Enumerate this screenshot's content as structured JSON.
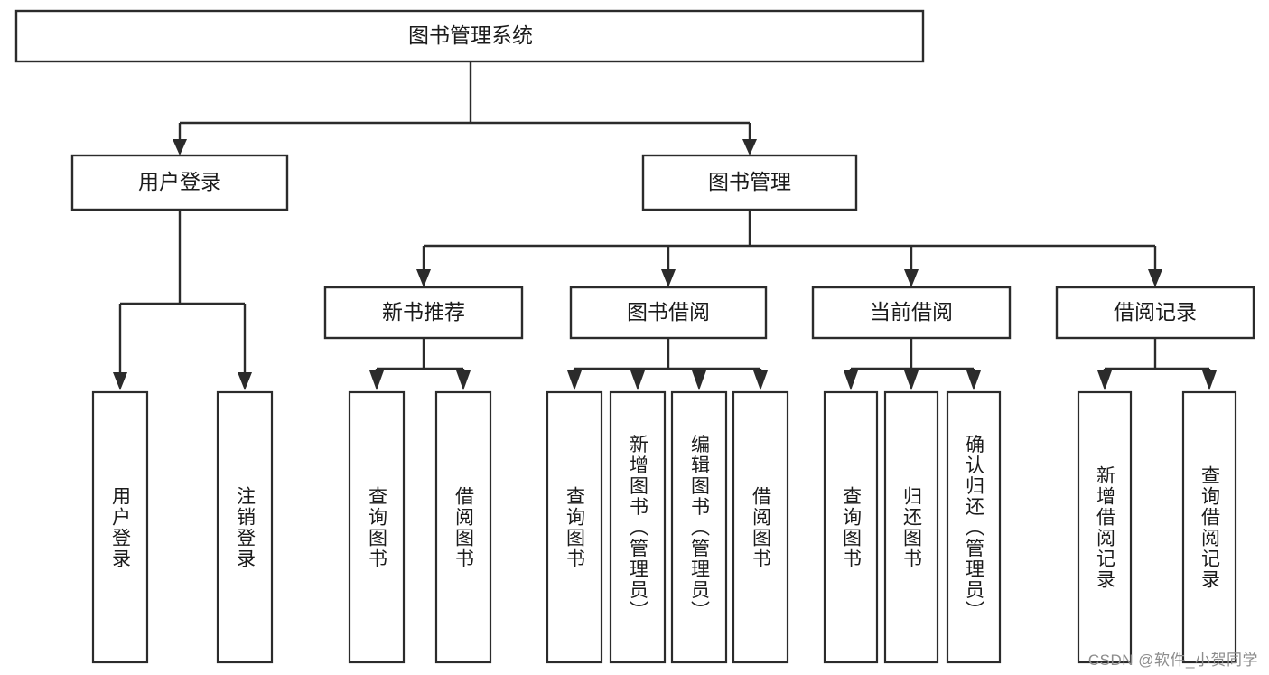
{
  "diagram": {
    "type": "tree-hierarchy-chart",
    "title": "图书管理系统",
    "orientation": "top-down",
    "colors": {
      "box_fill": "#ffffff",
      "box_stroke": "#2b2b2b",
      "text": "#1b1b1b",
      "background": "#ffffff",
      "watermark": "#8c8c8c"
    },
    "levels": [
      {
        "level": 1,
        "nodes": [
          {
            "id": "root",
            "label": "图书管理系统",
            "orientation": "horizontal"
          }
        ]
      },
      {
        "level": 2,
        "nodes": [
          {
            "id": "login",
            "label": "用户登录",
            "orientation": "horizontal",
            "parent": "root"
          },
          {
            "id": "bookmgmt",
            "label": "图书管理",
            "orientation": "horizontal",
            "parent": "root"
          }
        ]
      },
      {
        "level": 3,
        "nodes": [
          {
            "id": "newbook",
            "label": "新书推荐",
            "orientation": "horizontal",
            "parent": "bookmgmt"
          },
          {
            "id": "borrow",
            "label": "图书借阅",
            "orientation": "horizontal",
            "parent": "bookmgmt"
          },
          {
            "id": "current",
            "label": "当前借阅",
            "orientation": "horizontal",
            "parent": "bookmgmt"
          },
          {
            "id": "records",
            "label": "借阅记录",
            "orientation": "horizontal",
            "parent": "bookmgmt"
          }
        ]
      },
      {
        "level": 4,
        "nodes": [
          {
            "id": "leaf-1",
            "label": "用户登录",
            "orientation": "vertical",
            "parent": "login"
          },
          {
            "id": "leaf-2",
            "label": "注销登录",
            "orientation": "vertical",
            "parent": "login"
          },
          {
            "id": "leaf-3",
            "label": "查询图书",
            "orientation": "vertical",
            "parent": "newbook"
          },
          {
            "id": "leaf-4",
            "label": "借阅图书",
            "orientation": "vertical",
            "parent": "newbook"
          },
          {
            "id": "leaf-5",
            "label": "查询图书",
            "orientation": "vertical",
            "parent": "borrow"
          },
          {
            "id": "leaf-6",
            "label": "新增图书（管理员）",
            "orientation": "vertical",
            "parent": "borrow"
          },
          {
            "id": "leaf-7",
            "label": "编辑图书（管理员）",
            "orientation": "vertical",
            "parent": "borrow"
          },
          {
            "id": "leaf-8",
            "label": "借阅图书",
            "orientation": "vertical",
            "parent": "borrow"
          },
          {
            "id": "leaf-9",
            "label": "查询图书",
            "orientation": "vertical",
            "parent": "current"
          },
          {
            "id": "leaf-10",
            "label": "归还图书",
            "orientation": "vertical",
            "parent": "current"
          },
          {
            "id": "leaf-11",
            "label": "确认归还（管理员）",
            "orientation": "vertical",
            "parent": "current"
          },
          {
            "id": "leaf-12",
            "label": "新增借阅记录",
            "orientation": "vertical",
            "parent": "records"
          },
          {
            "id": "leaf-13",
            "label": "查询借阅记录",
            "orientation": "vertical",
            "parent": "records"
          }
        ]
      }
    ]
  },
  "nodes": {
    "root": "图书管理系统",
    "login": "用户登录",
    "bookmgmt": "图书管理",
    "newbook": "新书推荐",
    "borrow": "图书借阅",
    "current": "当前借阅",
    "records": "借阅记录",
    "leaf_1": "用户登录",
    "leaf_2": "注销登录",
    "leaf_3": "查询图书",
    "leaf_4": "借阅图书",
    "leaf_5": "查询图书",
    "leaf_6": "新增图书（管理员）",
    "leaf_7": "编辑图书（管理员）",
    "leaf_8": "借阅图书",
    "leaf_9": "查询图书",
    "leaf_10": "归还图书",
    "leaf_11": "确认归还（管理员）",
    "leaf_12": "新增借阅记录",
    "leaf_13": "查询借阅记录"
  },
  "watermark": {
    "text": "CSDN @软件_小贺同学"
  }
}
